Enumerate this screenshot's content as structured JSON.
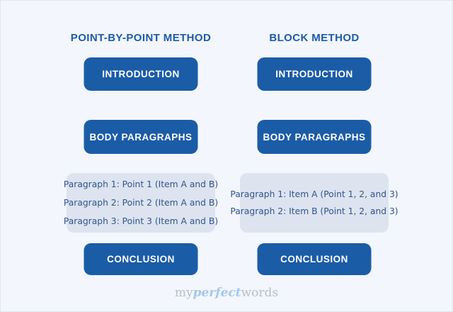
{
  "page": {
    "background_color": "#f3f6fc",
    "accent_blue": "#1b5ca7",
    "panel_background": "#dde4ef",
    "panel_text_color": "#2f5590"
  },
  "columns": [
    {
      "id": "point-by-point",
      "title": "POINT-BY-POINT METHOD",
      "boxes": {
        "introduction": "INTRODUCTION",
        "body": "BODY PARAGRAPHS",
        "conclusion": "CONCLUSION"
      },
      "paragraphs": [
        "Paragraph 1: Point 1 (Item A and B)",
        "Paragraph 2: Point 2 (Item A and B)",
        "Paragraph 3: Point 3 (Item A and B)"
      ]
    },
    {
      "id": "block",
      "title": "BLOCK METHOD",
      "boxes": {
        "introduction": "INTRODUCTION",
        "body": "BODY PARAGRAPHS",
        "conclusion": "CONCLUSION"
      },
      "paragraphs": [
        "Paragraph 1: Item A (Point 1, 2, and 3)",
        "Paragraph 2: Item B (Point 1, 2, and 3)"
      ]
    }
  ],
  "watermark": {
    "part1": "my",
    "part2": "perfect",
    "part3": "words"
  }
}
